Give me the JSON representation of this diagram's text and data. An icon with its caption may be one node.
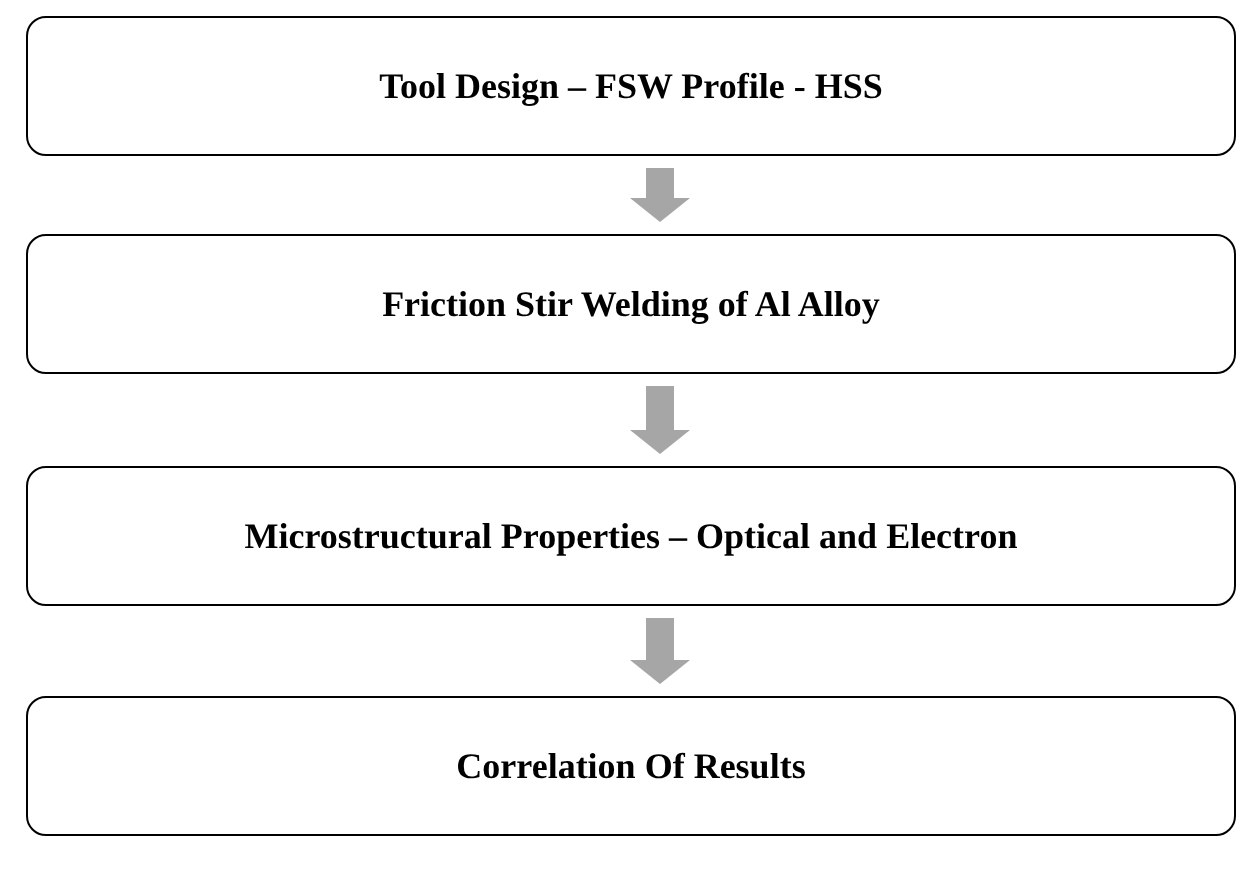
{
  "diagram": {
    "nodes": [
      {
        "text": [
          "Tool Design – FSW Profile - HSS"
        ]
      },
      {
        "text": [
          "Friction Stir Welding of Al Alloy"
        ]
      },
      {
        "text": [
          "Microstructural Properties – Optical and Electron"
        ]
      },
      {
        "text": [
          "Correlation Of Results"
        ]
      }
    ],
    "edges": [
      {
        "from": 0,
        "to": 1,
        "arrow": "to"
      },
      {
        "from": 1,
        "to": 2,
        "arrow": "to"
      },
      {
        "from": 2,
        "to": 3,
        "arrow": "to"
      }
    ]
  }
}
